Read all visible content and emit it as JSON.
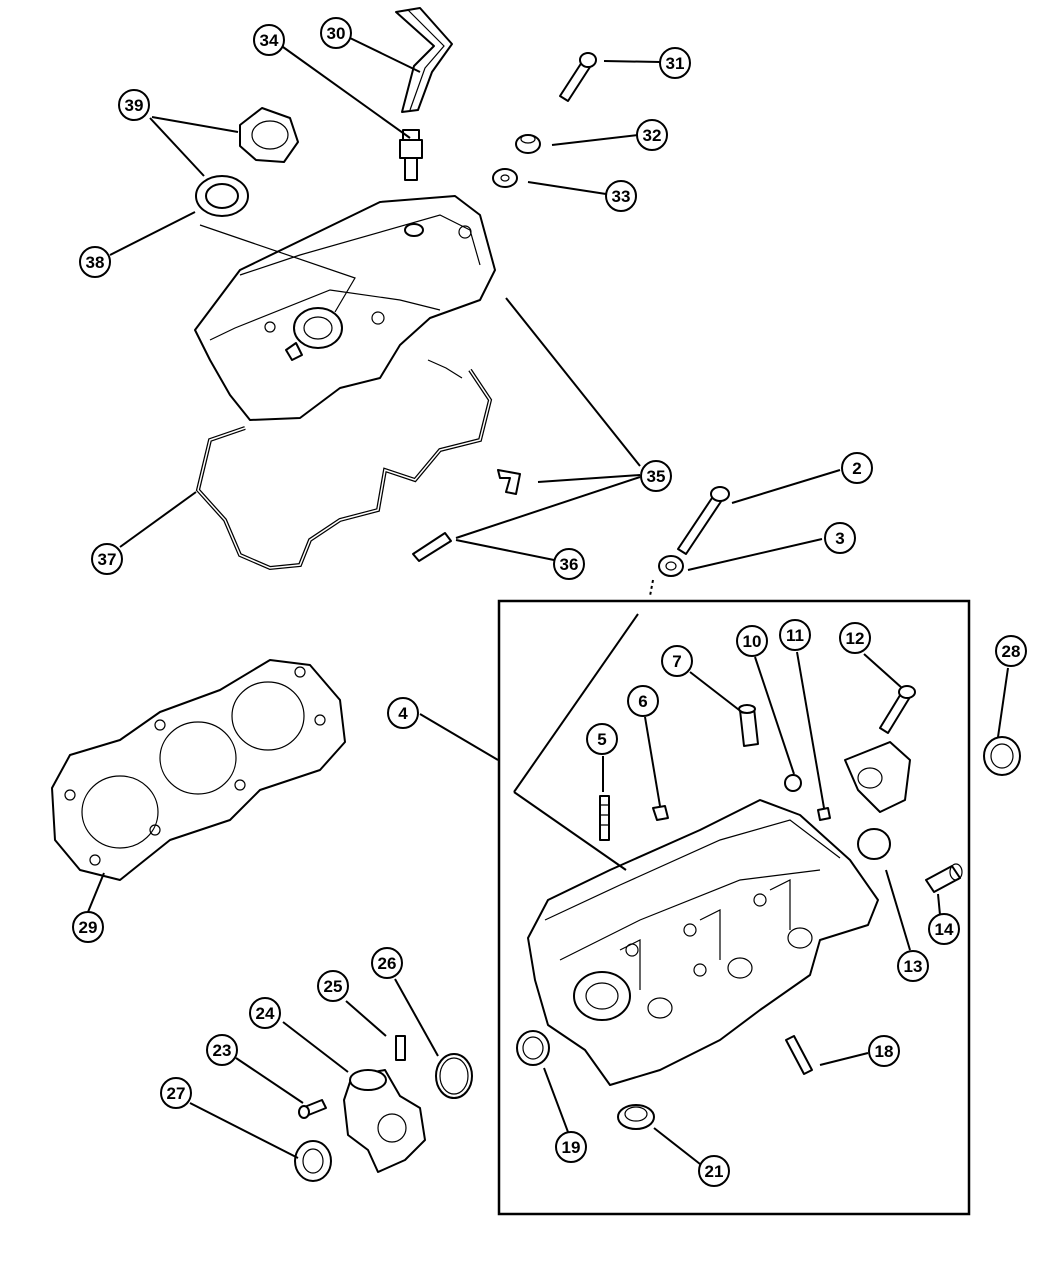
{
  "diagram": {
    "callouts": [
      "2",
      "3",
      "4",
      "5",
      "6",
      "7",
      "10",
      "11",
      "12",
      "13",
      "14",
      "18",
      "19",
      "21",
      "23",
      "24",
      "25",
      "26",
      "27",
      "28",
      "29",
      "30",
      "31",
      "32",
      "33",
      "34",
      "35",
      "36",
      "37",
      "38",
      "39"
    ]
  }
}
